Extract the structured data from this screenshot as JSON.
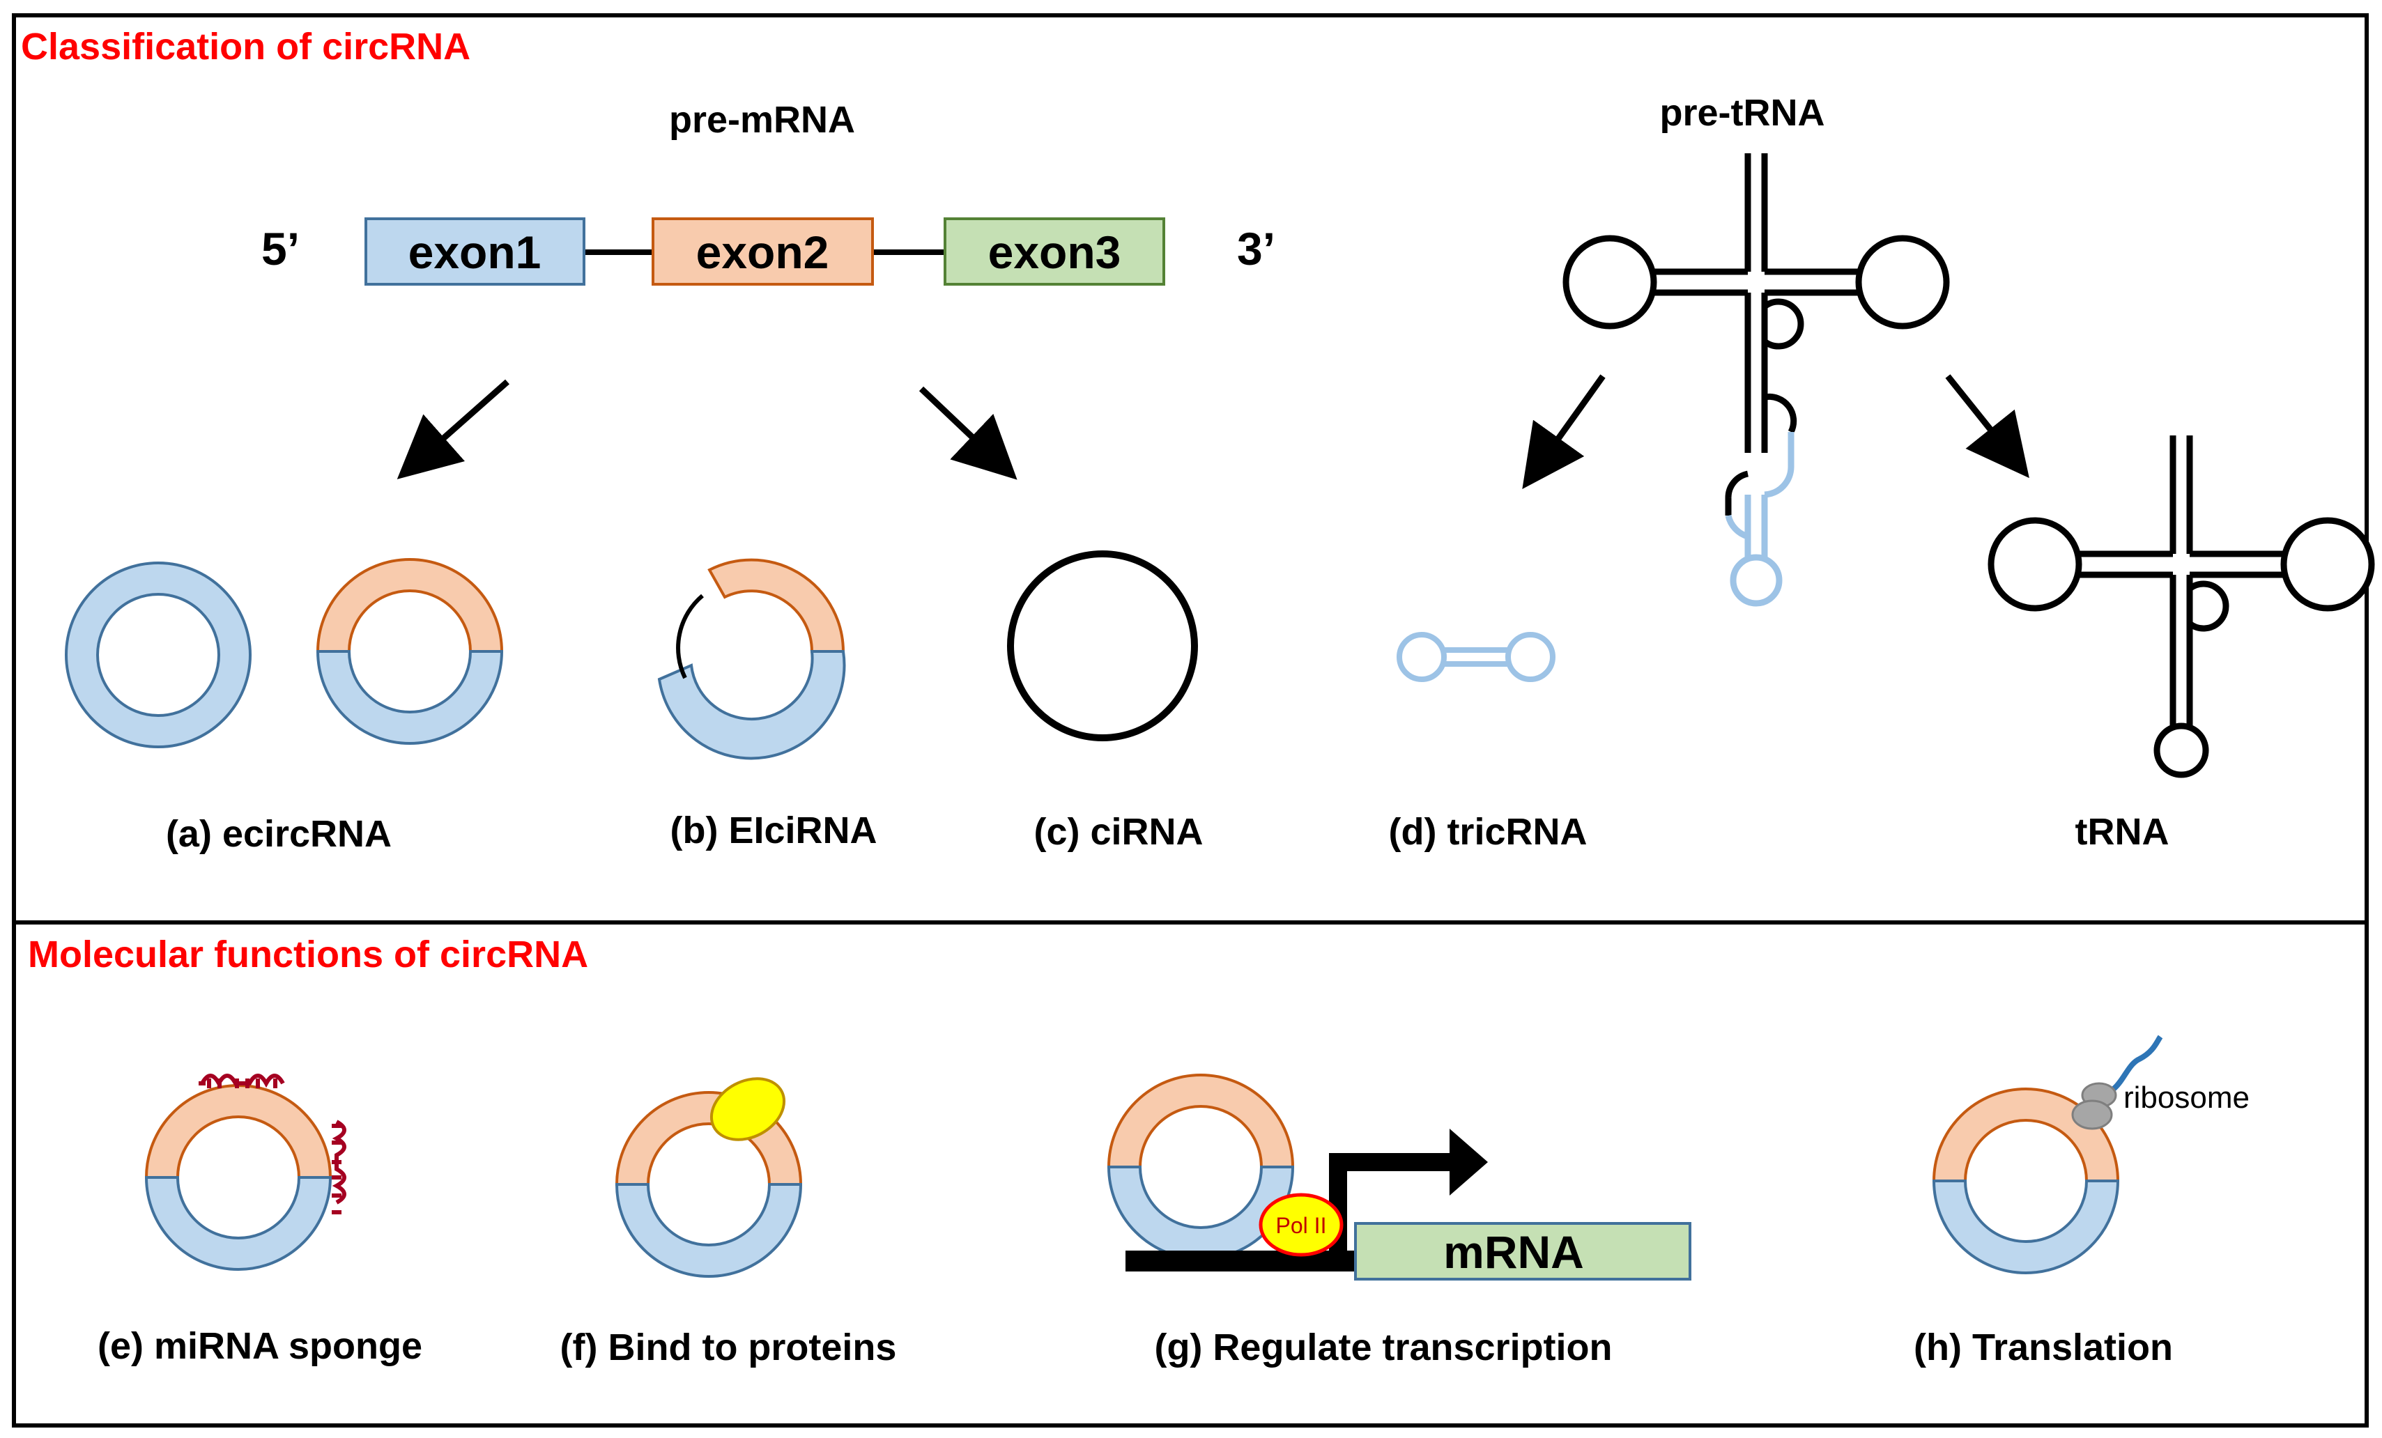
{
  "colors": {
    "title_red": "#ff0000",
    "exon_blue_fill": "#bdd7ee",
    "exon_blue_stroke": "#41719c",
    "exon_orange_fill": "#f8cbad",
    "exon_orange_stroke": "#c55a11",
    "exon_green_fill": "#c5e0b4",
    "exon_green_stroke": "#548235",
    "trna_light_blue": "#9dc3e6",
    "mirna_red": "#a50021",
    "protein_yellow": "#ffff00",
    "ribosome_gray": "#a6a6a6",
    "mrna_tail_blue": "#2e75b6"
  },
  "classification": {
    "title": "Classification of circRNA",
    "pre_mrna_label": "pre-mRNA",
    "five_prime": "5’",
    "three_prime": "3’",
    "exons": [
      "exon1",
      "exon2",
      "exon3"
    ],
    "pre_trna_label": "pre-tRNA",
    "captions": {
      "a": "(a) ecircRNA",
      "b": "(b) EIciRNA",
      "c": "(c) ciRNA",
      "d": "(d) tricRNA",
      "trna": "tRNA"
    }
  },
  "functions": {
    "title": "Molecular functions of circRNA",
    "pol_label": "Pol II",
    "mrna_label": "mRNA",
    "ribosome_label": "ribosome",
    "captions": {
      "e": "(e) miRNA sponge",
      "f": "(f) Bind to proteins",
      "g": "(g) Regulate transcription",
      "h": "(h) Translation"
    }
  }
}
